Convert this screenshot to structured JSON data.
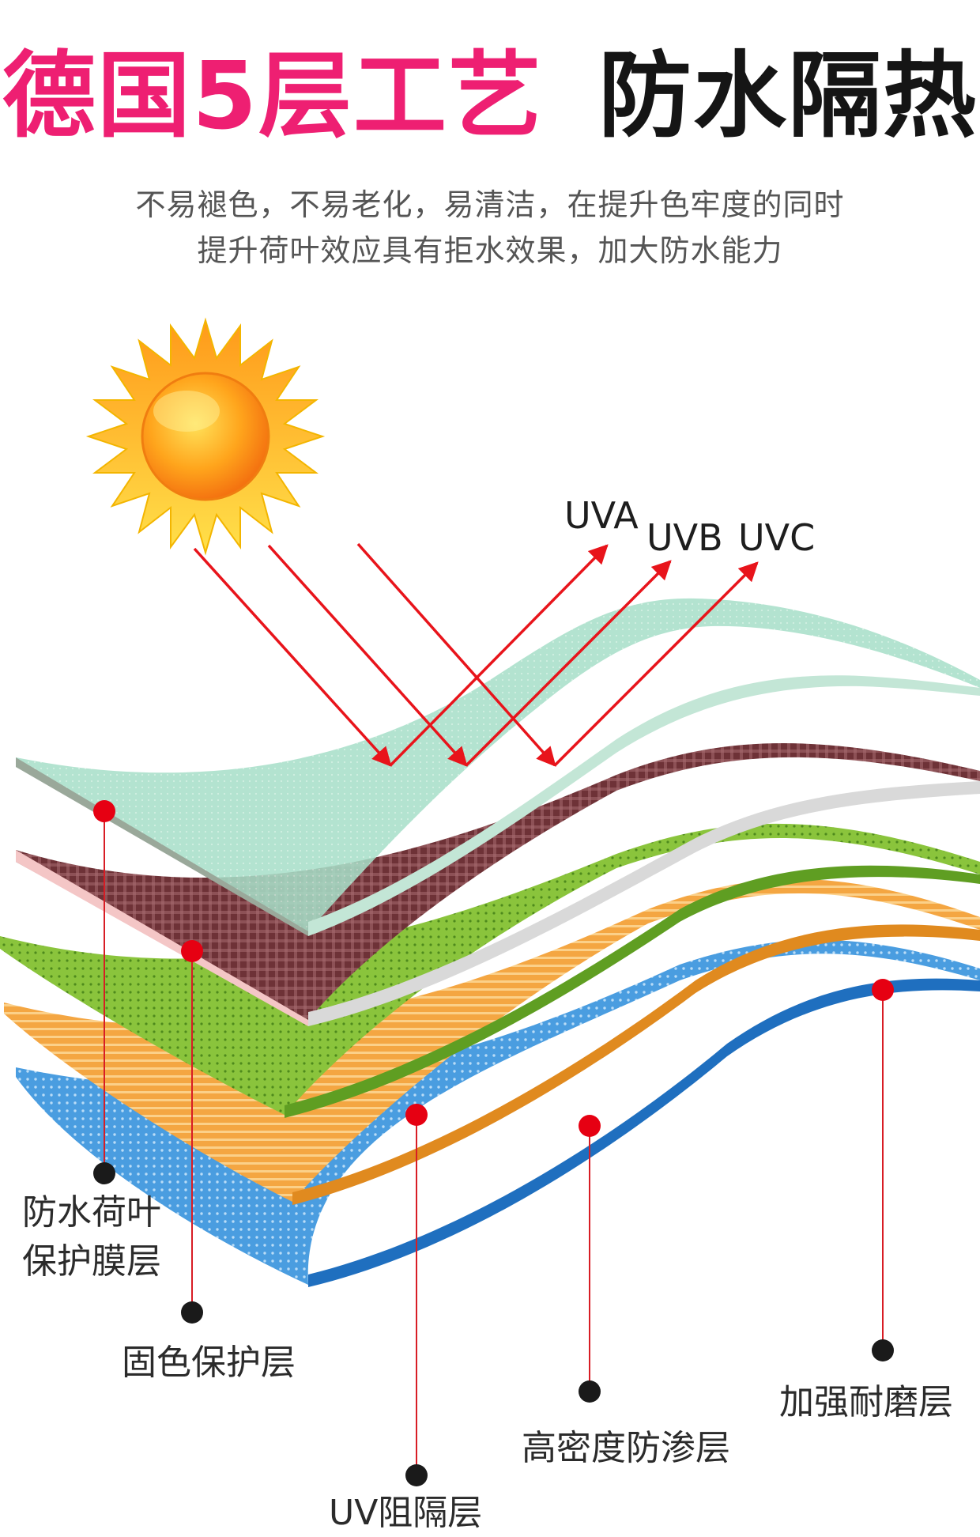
{
  "header": {
    "title_part1": "德国5层工艺",
    "title_part2": "防水隔热",
    "subtitle_line1": "不易褪色，不易老化，易清洁，在提升色牢度的同时",
    "subtitle_line2": "提升荷叶效应具有拒水效果，加大防水能力"
  },
  "uv_labels": {
    "uva": "UVA",
    "uvb": "UVB",
    "uvc": "UVC"
  },
  "layers": {
    "layer1_line1": "防水荷叶",
    "layer1_line2": "保护膜层",
    "layer2": "固色保护层",
    "layer3": "UV阻隔层",
    "layer4": "高密度防渗层",
    "layer5": "加强耐磨层"
  },
  "colors": {
    "title_accent": "#ee1f72",
    "title_dark": "#151515",
    "arrow_red": "#e8141b",
    "marker_red": "#e60012",
    "layer_film": "#9edcc4",
    "layer_plaid": "#7a3b3f",
    "layer_green": "#8cc63f",
    "layer_orange": "#f2a23c",
    "layer_blue": "#3a8fd6"
  }
}
